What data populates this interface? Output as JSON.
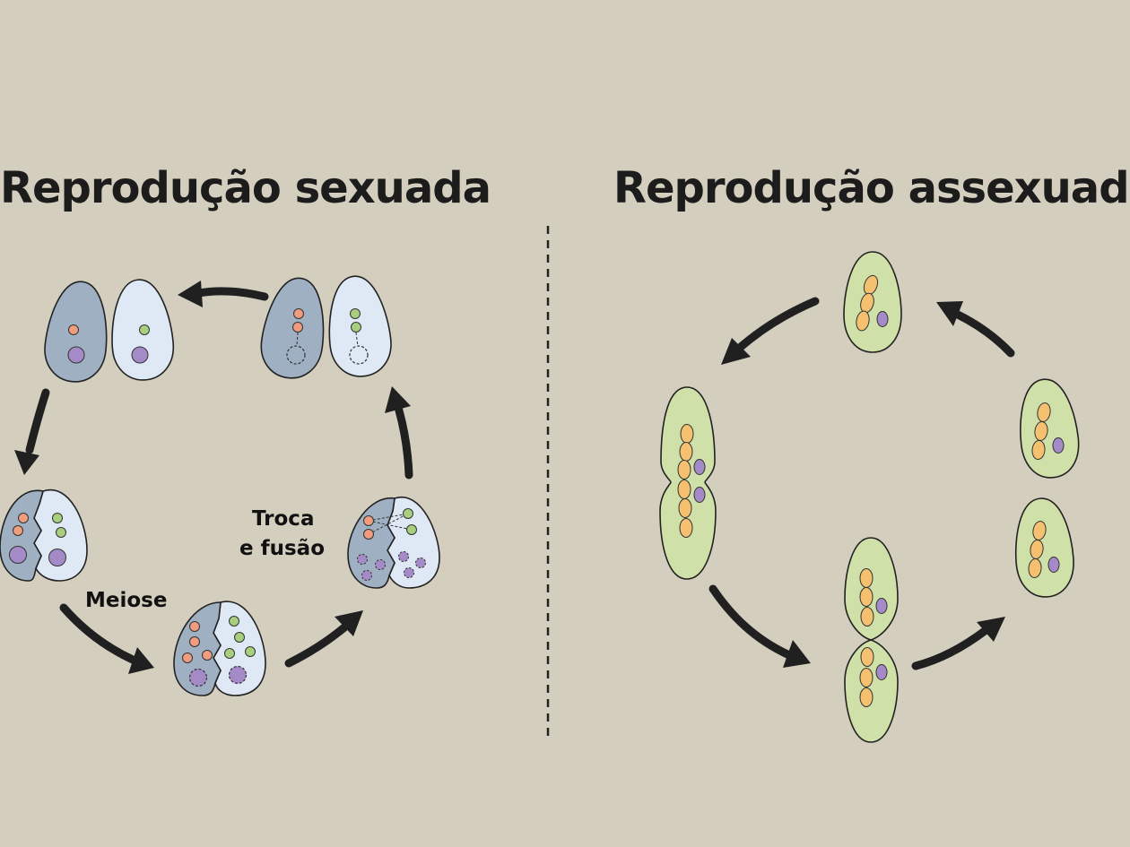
{
  "sexual": {
    "title": "Reprodução sexuada",
    "label_meiosis": "Meiose",
    "label_exchange_line1": "Troca",
    "label_exchange_line2": "e fusão"
  },
  "asexual": {
    "title": "Reprodução assexuada"
  },
  "colors": {
    "background": "#d3cebe",
    "cell_dark_blue": "#9fb0c3",
    "cell_light_blue": "#dfe8f5",
    "cell_green": "#cfe0a8",
    "chromosome_orange": "#f5c070",
    "dot_salmon": "#ef9c7f",
    "dot_green": "#a8cf7d",
    "nucleus_purple": "#a48ac6",
    "arrow": "#202020"
  }
}
